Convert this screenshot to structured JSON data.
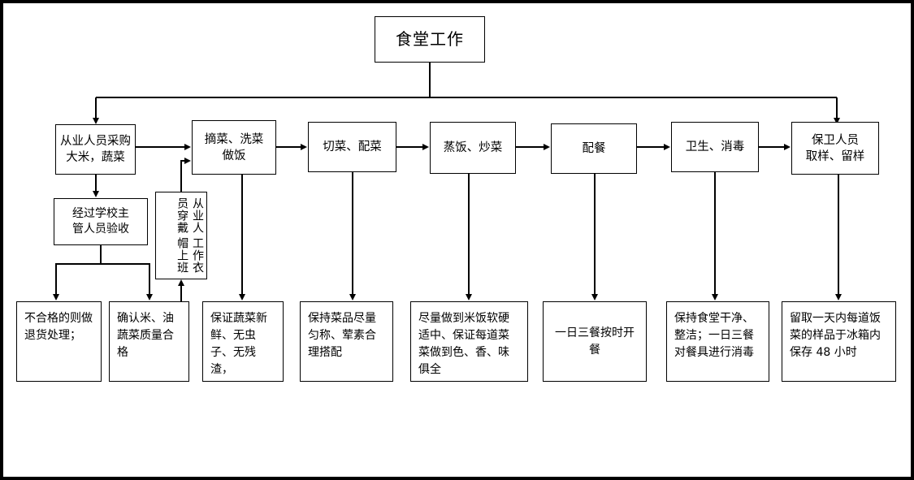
{
  "diagram": {
    "title_box": {
      "label": "食堂工作"
    },
    "process_row": [
      {
        "id": "purchase",
        "label": "从业人员采购\n大米，蔬菜"
      },
      {
        "id": "wash",
        "label": "摘菜、洗菜\n做饭"
      },
      {
        "id": "cut",
        "label": "切菜、配菜"
      },
      {
        "id": "cook",
        "label": "蒸饭、炒菜"
      },
      {
        "id": "serve",
        "label": "配餐"
      },
      {
        "id": "sanitize",
        "label": "卫生、消毒"
      },
      {
        "id": "sampling",
        "label": "保卫人员\n取样、留样"
      }
    ],
    "mid_row": [
      {
        "id": "inspection",
        "label": "经过学校主\n管人员验收"
      },
      {
        "id": "uniform",
        "label_right": "从业人员穿戴",
        "label_left": "工作衣帽上班"
      }
    ],
    "note_row": [
      {
        "id": "note-reject",
        "label": "不合格的则做退货处理；"
      },
      {
        "id": "note-quality",
        "label": "确认米、油蔬菜质量合格"
      },
      {
        "id": "note-fresh",
        "label": "保证蔬菜新鲜、无虫子、无残渣，"
      },
      {
        "id": "note-balance",
        "label": "保持菜品尽量匀称、荤素合理搭配"
      },
      {
        "id": "note-taste",
        "label": "尽量做到米饭软硬适中、保证每道菜菜做到色、香、味俱全"
      },
      {
        "id": "note-schedule",
        "label": "一日三餐按时开餐"
      },
      {
        "id": "note-clean",
        "label": "保持食堂干净、整洁；一日三餐对餐具进行消毒"
      },
      {
        "id": "note-retain",
        "label": "留取一天内每道饭菜的样品于冰箱内保存 48 小时"
      }
    ],
    "colors": {
      "line": "#000000",
      "box_border": "#000000",
      "background": "#ffffff",
      "text": "#000000"
    }
  }
}
